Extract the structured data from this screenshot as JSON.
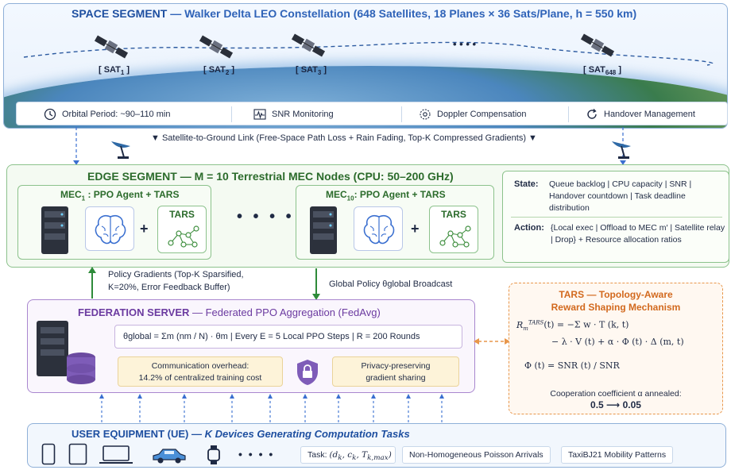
{
  "space": {
    "title": "SPACE SEGMENT",
    "subtitle": "— Walker Delta LEO Constellation (648 Satellites, 18 Planes × 36 Sats/Plane, h = 550 km)",
    "satellites": [
      {
        "label": "[ SAT",
        "sub": "1",
        "end": " ]"
      },
      {
        "label": "[ SAT",
        "sub": "2",
        "end": " ]"
      },
      {
        "label": "[ SAT",
        "sub": "3",
        "end": " ]"
      },
      {
        "label": "[ SAT",
        "sub": "648",
        "end": " ]"
      }
    ],
    "ellipsis": "• • • •",
    "bar": [
      {
        "icon": "clock-icon",
        "text": "Orbital Period: ~90–110 min"
      },
      {
        "icon": "signal-wave-icon",
        "text": "SNR Monitoring"
      },
      {
        "icon": "target-icon",
        "text": "Doppler Compensation"
      },
      {
        "icon": "refresh-icon",
        "text": "Handover Management"
      }
    ]
  },
  "link": {
    "text": "▼  Satellite-to-Ground Link (Free-Space Path Loss + Rain Fading, Top-K Compressed Gradients)  ▼"
  },
  "edge": {
    "title": "EDGE SEGMENT",
    "subtitle": "— M = 10 Terrestrial MEC Nodes (CPU: 50–200 GHz)",
    "mec1": {
      "name": "MEC",
      "sub": "1",
      "rest": " :  PPO Agent + TARS"
    },
    "mec10": {
      "name": "MEC",
      "sub": "10",
      "rest": ":  PPO Agent + TARS"
    },
    "tars_label": "TARS",
    "plus": "+",
    "dots": "• • • •",
    "state_label": "State:",
    "state_text": "Queue backlog | CPU capacity | SNR | Handover countdown | Task deadline distribution",
    "action_label": "Action:",
    "action_text": "{Local exec | Offload to MEC m′ | Satellite relay | Drop} + Resource allocation ratios"
  },
  "mid": {
    "up_line1": "Policy Gradients (Top-K Sparsified,",
    "up_line2": "K=20%, Error Feedback Buffer)",
    "down": "Global Policy θglobal Broadcast"
  },
  "federation": {
    "title": "FEDERATION SERVER",
    "subtitle": "— Federated PPO Aggregation (FedAvg)",
    "formula": "θglobal = Σm (nm / N) · θm   |   Every E = 5 Local PPO Steps   |   R = 200 Rounds",
    "comm_line1": "Communication overhead:",
    "comm_line2": "14.2% of centralized training cost",
    "privacy_line1": "Privacy-preserving",
    "privacy_line2": "gradient sharing"
  },
  "tars": {
    "title_line1": "TARS — Topology-Aware",
    "title_line2": "Reward Shaping Mechanism",
    "eq1a": "R",
    "eq1_line1": "(t) = −Σ w · T (k, t)",
    "eq1_line2": "− λ · V (t) + α · Φ (t) · Δ (m, t)",
    "eq2": "Φ (t) = SNR (t) / SNR",
    "anneal_line1": "Cooperation coefficient α annealed:",
    "anneal_line2": "0.5 ⟶ 0.05"
  },
  "ue": {
    "title": "USER EQUIPMENT (UE)",
    "subtitle": "— K Devices Generating Computation Tasks",
    "dots": "• • • •",
    "task_chip": "Task:",
    "arrivals_chip": "Non-Homogeneous Poisson Arrivals",
    "mobility_chip": "TaxiBJ21 Mobility Patterns"
  }
}
